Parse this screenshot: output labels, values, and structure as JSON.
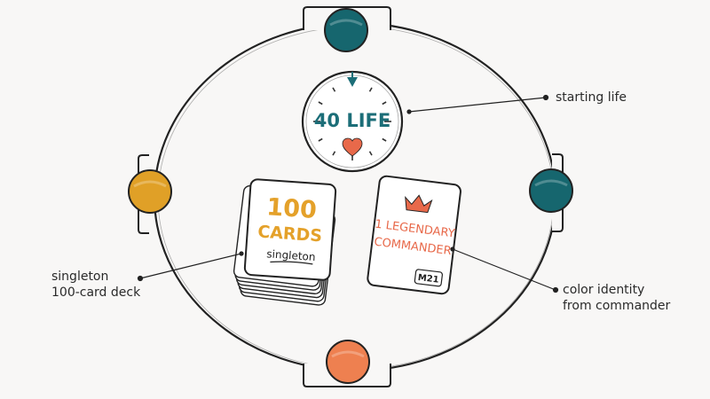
{
  "clock": {
    "text": "40 LIFE",
    "accent": "#1c6e78",
    "heart_color": "#e8694a"
  },
  "deck": {
    "count": "100",
    "word": "CARDS",
    "note": "singleton",
    "accent": "#e4a12a"
  },
  "commander_card": {
    "line1": "1 LEGENDARY",
    "line2": "COMMANDER",
    "set_code": "M21",
    "accent": "#e8694a",
    "crown_color": "#e8694a"
  },
  "callouts": {
    "starting_life": "starting life",
    "deck_line1": "singleton",
    "deck_line2": "100-card deck",
    "identity_line1": "color identity",
    "identity_line2": "from commander"
  },
  "seats": [
    {
      "position": "top",
      "color": "#16666e"
    },
    {
      "position": "right",
      "color": "#16666e"
    },
    {
      "position": "bottom",
      "color": "#ee8050"
    },
    {
      "position": "left",
      "color": "#e0a027"
    }
  ]
}
